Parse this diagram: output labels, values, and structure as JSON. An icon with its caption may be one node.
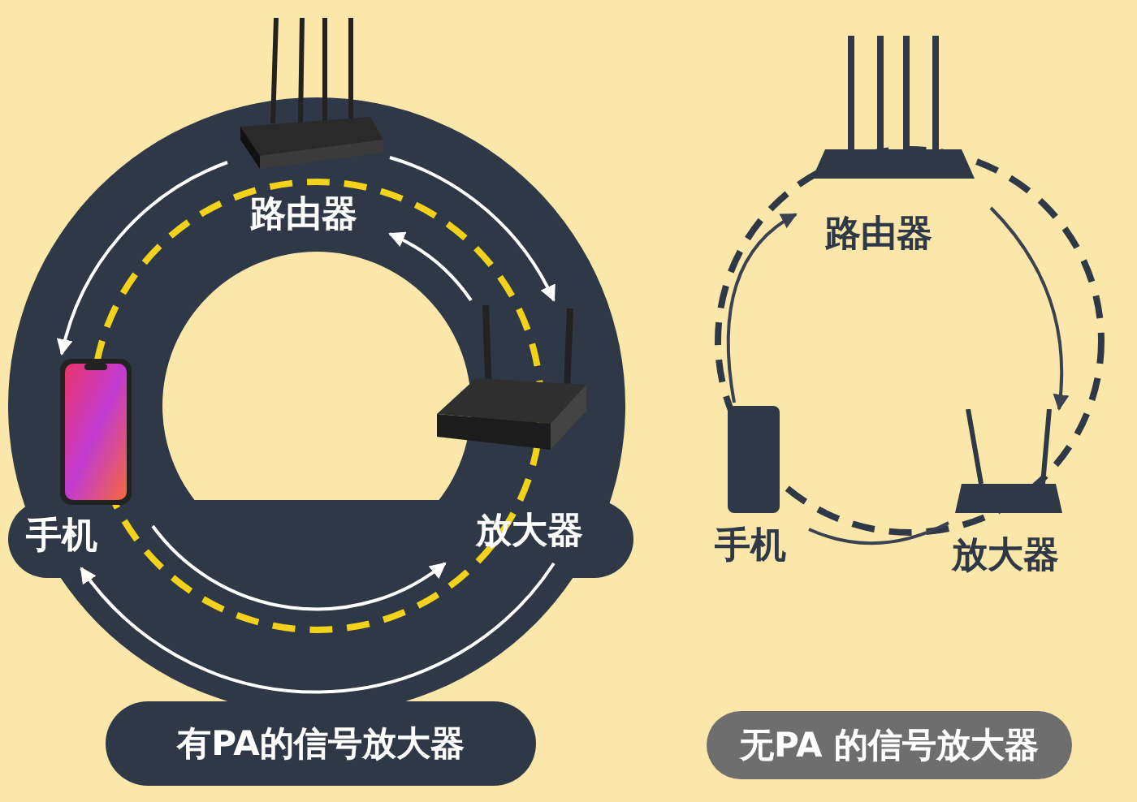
{
  "diagram": {
    "nodes": [
      {
        "text": [
          "路由器"
        ]
      },
      {
        "text": [
          "手机"
        ]
      },
      {
        "text": [
          "放大器"
        ]
      },
      {
        "text": [
          "路由器"
        ]
      },
      {
        "text": [
          "手机"
        ]
      },
      {
        "text": [
          "放大器"
        ]
      },
      {
        "text": [
          "有PA的信号放大器"
        ]
      },
      {
        "text": [
          "无PA 的信号放大器"
        ]
      }
    ],
    "edges": [
      {
        "from": 0,
        "to": 1,
        "arrow": "to"
      },
      {
        "from": 1,
        "to": 2,
        "arrow": "to"
      },
      {
        "from": 2,
        "to": 1,
        "arrow": "to"
      },
      {
        "from": 2,
        "to": 0,
        "arrow": "to"
      },
      {
        "from": 0,
        "to": 2,
        "arrow": "to"
      },
      {
        "from": 4,
        "to": 3,
        "arrow": "to",
        "color": "#3a4150"
      },
      {
        "from": 3,
        "to": 5,
        "arrow": "to",
        "color": "#3a4150"
      },
      {
        "from": 5,
        "to": 4,
        "arrow": "none",
        "color": "#3a4150"
      }
    ]
  }
}
